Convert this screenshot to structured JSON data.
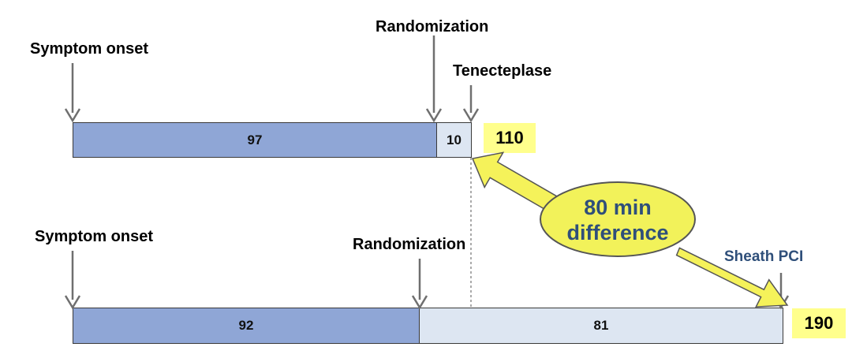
{
  "top": {
    "labels": {
      "symptom_onset": "Symptom onset",
      "randomization": "Randomization",
      "tenecteplase": "Tenecteplase"
    },
    "segments": [
      97,
      10
    ],
    "total": "110"
  },
  "bottom": {
    "labels": {
      "symptom_onset": "Symptom onset",
      "randomization": "Randomization",
      "sheath_pci": "Sheath PCI"
    },
    "segments": [
      92,
      81
    ],
    "total": "190"
  },
  "difference": {
    "line1": "80 min",
    "line2": "difference"
  },
  "colors": {
    "dark_segment": "#8fa6d6",
    "light_segment": "#dde6f2",
    "total_highlight": "#ffff8c",
    "bubble_fill": "#f2f25a",
    "accent_text": "#2f4f7a"
  }
}
